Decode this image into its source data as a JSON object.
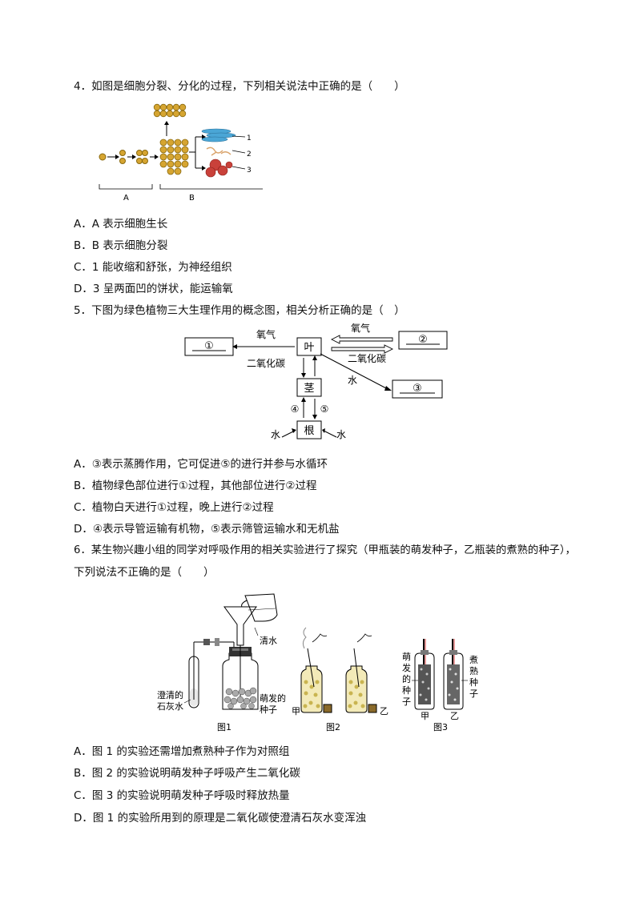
{
  "q4": {
    "stem": "4．如图是细胞分裂、分化的过程，下列相关说法中正确的是（　　）",
    "figure": {
      "label_a": "A",
      "label_b": "B",
      "num1": "1",
      "num2": "2",
      "num3": "3"
    },
    "options": [
      "A．A 表示细胞生长",
      "B．B 表示细胞分裂",
      "C．1 能收缩和舒张，为神经组织",
      "D．3 呈两面凹的饼状，能运输氧"
    ]
  },
  "q5": {
    "stem": "5．下图为绿色植物三大生理作用的概念图，相关分析正确的是（　）",
    "figure": {
      "box1": "①",
      "box2": "②",
      "box3": "③",
      "leaf": "叶",
      "stem": "茎",
      "root": "根",
      "oxygen_left": "氧气",
      "co2_left": "二氧化碳",
      "oxygen_right": "氧气",
      "co2_right": "二氧化碳",
      "water_diag": "水",
      "num4": "④",
      "num5": "⑤",
      "water_left": "水",
      "water_right": "水"
    },
    "options": [
      "A．③表示蒸腾作用，它可促进⑤的进行并参与水循环",
      "B．植物绿色部位进行①过程，其他部位进行②过程",
      "C．植物白天进行①过程，晚上进行②过程",
      "D．④表示导管运输有机物，⑤表示筛管运输水和无机盐"
    ]
  },
  "q6": {
    "stem_line1": "6．某生物兴趣小组的同学对呼吸作用的相关实验进行了探究（甲瓶装的萌发种子，乙瓶装的煮熟的种子），",
    "stem_line2": "下列说法不正确的是（　　）",
    "figure": {
      "clear_water": "清水",
      "limewater_1": "澄清的",
      "limewater_2": "石灰水",
      "sprout_1": "萌发的",
      "sprout_2": "种子",
      "jia": "甲",
      "yi": "乙",
      "f3_sprout": [
        "萌",
        "发",
        "的",
        "种",
        "子"
      ],
      "f3_cooked": [
        "煮",
        "熟",
        "种",
        "子"
      ],
      "f3_jia": "甲",
      "f3_yi": "乙",
      "cap1": "图1",
      "cap2": "图2",
      "cap3": "图3"
    },
    "options": [
      "A．图 1 的实验还需增加煮熟种子作为对照组",
      "B．图 2 的实验说明萌发种子呼吸产生二氧化碳",
      "C．图 3 的实验说明萌发种子呼吸时释放热量",
      "D．图 1 的实验所用到的原理是二氧化碳使澄清石灰水变浑浊"
    ]
  }
}
